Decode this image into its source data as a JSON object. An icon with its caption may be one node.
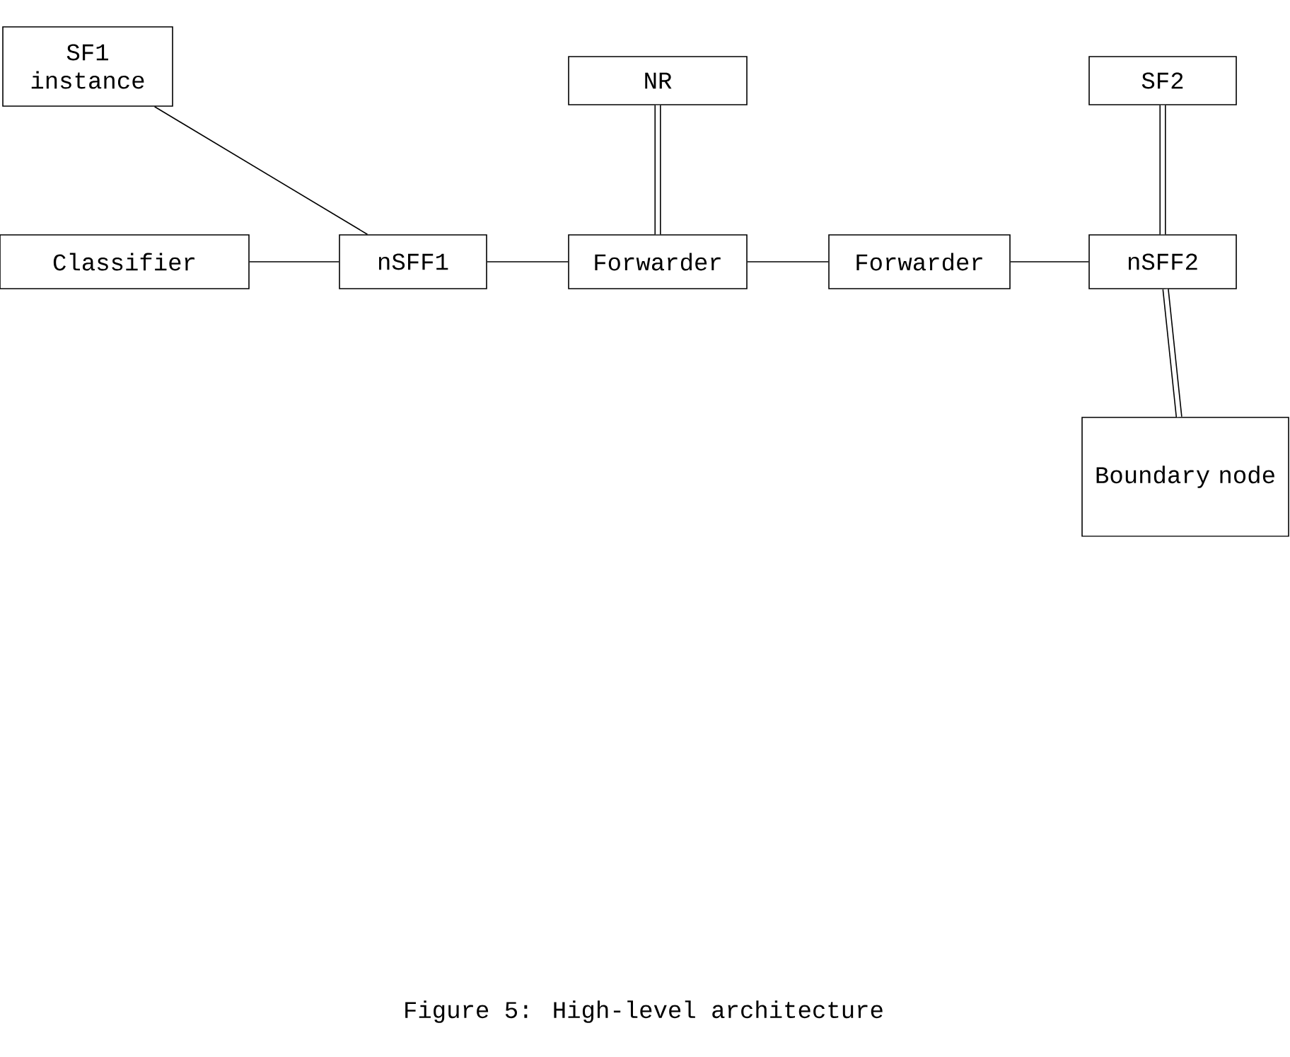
{
  "diagram": {
    "caption": "Figure 5: High-level architecture",
    "nodes": [
      {
        "text": [
          "SF1 instance"
        ]
      },
      {
        "text": [
          "NR"
        ]
      },
      {
        "text": [
          "SF2"
        ]
      },
      {
        "text": [
          "Classifier"
        ]
      },
      {
        "text": [
          "nSFF1"
        ]
      },
      {
        "text": [
          "Forwarder"
        ]
      },
      {
        "text": [
          "Forwarder"
        ]
      },
      {
        "text": [
          "nSFF2"
        ]
      },
      {
        "text": [
          "Boundary node"
        ]
      }
    ],
    "edges": [
      {
        "from": 0,
        "to": 4,
        "arrow": "none"
      },
      {
        "from": 1,
        "to": 5,
        "arrow": "none",
        "style": "thick"
      },
      {
        "from": 2,
        "to": 7,
        "arrow": "none",
        "style": "thick"
      },
      {
        "from": 3,
        "to": 4,
        "arrow": "none"
      },
      {
        "from": 4,
        "to": 5,
        "arrow": "none"
      },
      {
        "from": 5,
        "to": 6,
        "arrow": "none"
      },
      {
        "from": 6,
        "to": 7,
        "arrow": "none"
      },
      {
        "from": 7,
        "to": 8,
        "arrow": "none",
        "style": "thick"
      }
    ]
  }
}
